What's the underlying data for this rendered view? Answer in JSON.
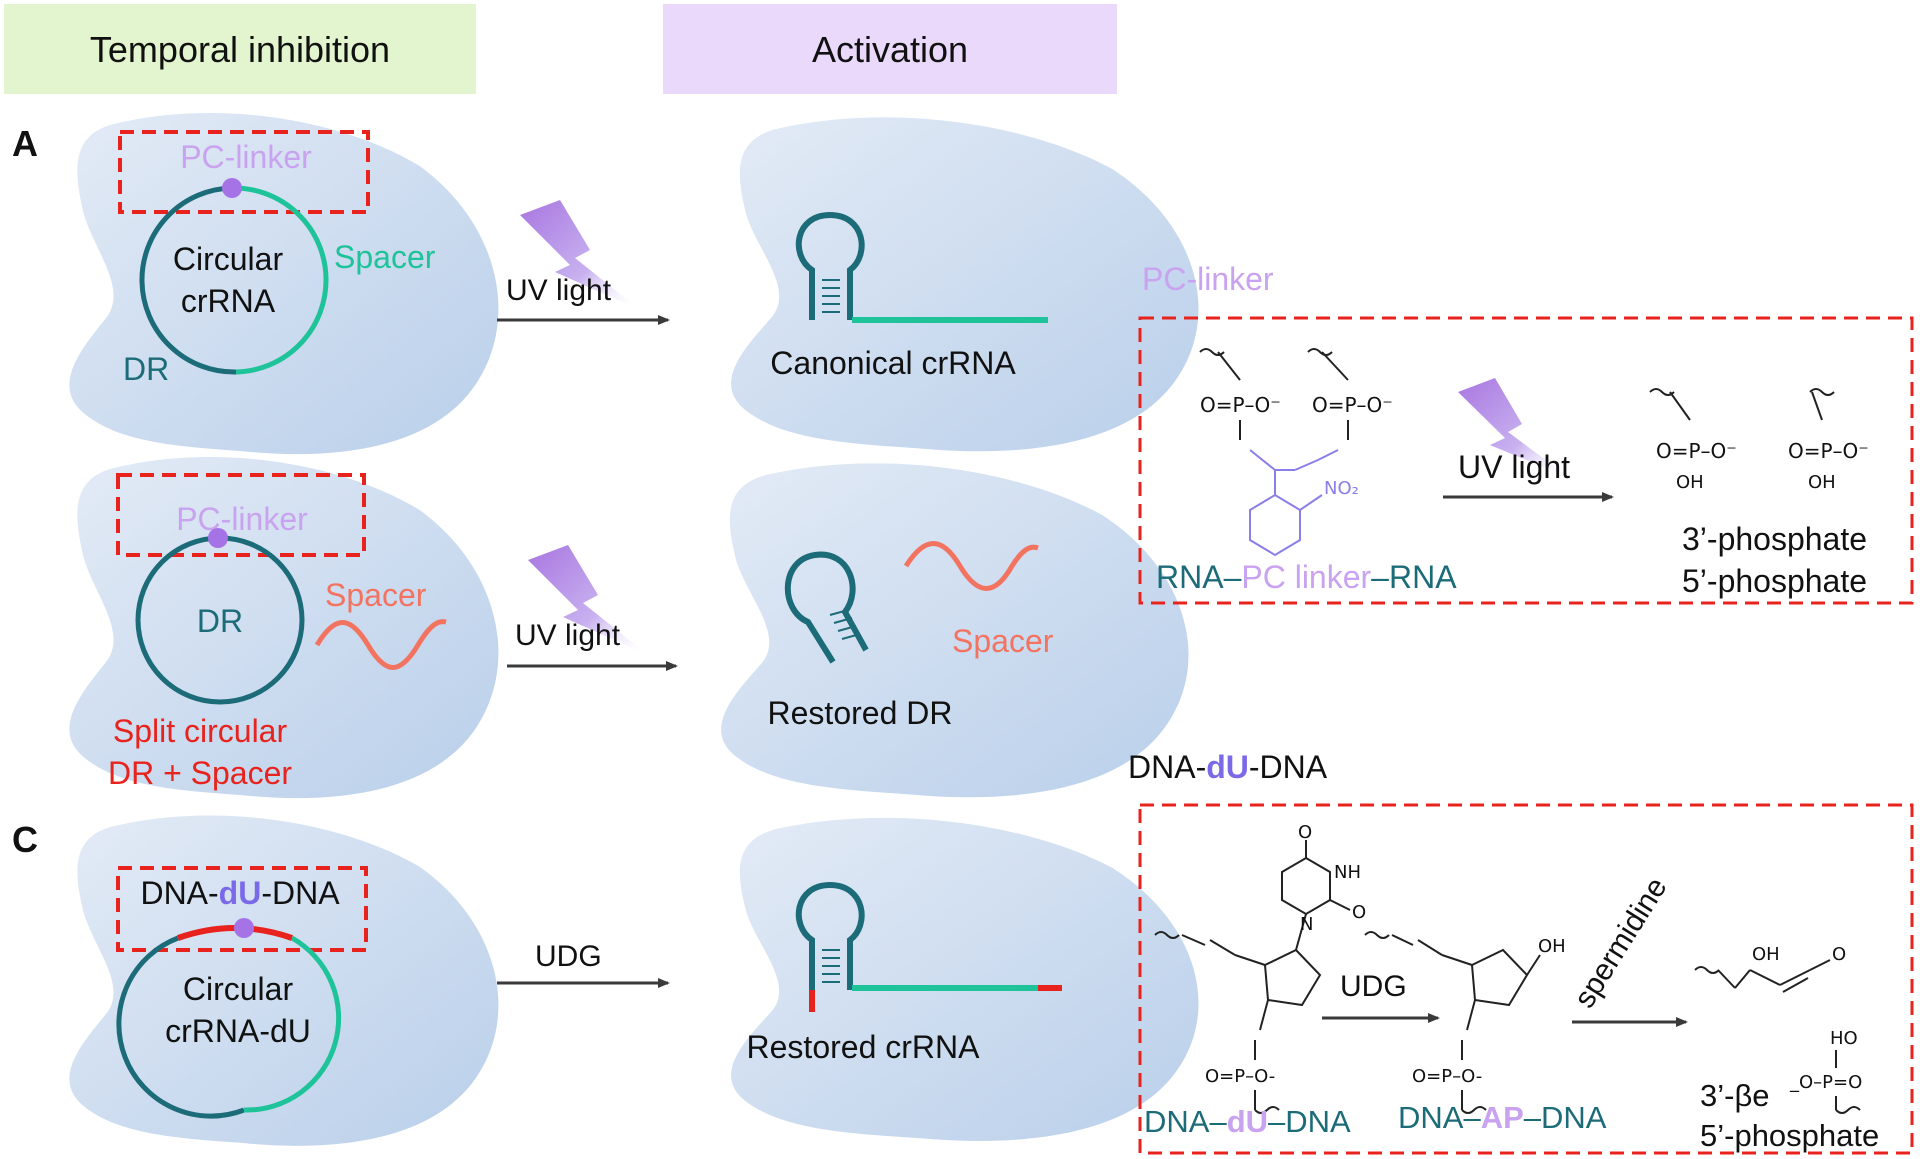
{
  "headers": {
    "temporal_inhibition": "Temporal inhibition",
    "activation": "Activation"
  },
  "panel_labels": {
    "a": "A",
    "c": "C"
  },
  "row1": {
    "pc_linker": "PC-linker",
    "spacer": "Spacer",
    "circular_line1": "Circular",
    "circular_line2": "crRNA",
    "dr": "DR",
    "uv_light": "UV light",
    "product": "Canonical crRNA"
  },
  "row2": {
    "pc_linker": "PC-linker",
    "dr": "DR",
    "spacer": "Spacer",
    "split_line1": "Split circular",
    "split_line2": "DR + Spacer",
    "uv_light": "UV light",
    "product_spacer": "Spacer",
    "product": "Restored DR"
  },
  "row3": {
    "linker_left": "DNA-",
    "linker_mid": "dU",
    "linker_right": "-DNA",
    "circular_line1": "Circular",
    "circular_line2": "crRNA-dU",
    "udg": "UDG",
    "product": "Restored crRNA"
  },
  "chem_pc": {
    "title": "PC-linker",
    "o_minus_1": "O=P–O⁻",
    "o_minus_2": "O=P–O⁻",
    "no2": "NO₂",
    "uv_light": "UV light",
    "prod_1": "O=P–O⁻",
    "prod_2": "O=P–O⁻",
    "oh_1": "OH",
    "oh_2": "OH",
    "caption_rna1": "RNA–",
    "caption_pc": "PC linker",
    "caption_rna2": "–RNA",
    "result_1": "3’-phosphate",
    "result_2": "5’-phosphate"
  },
  "chem_du": {
    "title_left": "DNA-",
    "title_mid": "dU",
    "title_right": "-DNA",
    "nh": "NH",
    "n": "N",
    "o_top": "O",
    "o_right": "O",
    "udg": "UDG",
    "spermidine": "spermidine",
    "oh_sugar": "OH",
    "oh_prod": "OH",
    "o_ald": "O",
    "ho": "HO",
    "phos_1": "O=P–O-",
    "phos_2": "O=P–O-",
    "phos_3": "_O–P=O",
    "cap1_a": "DNA–",
    "cap1_b": "dU",
    "cap1_c": "–DNA",
    "cap2_a": "DNA–",
    "cap2_b": "AP",
    "cap2_c": "–DNA",
    "result_1": "3’-βe",
    "result_2": "5’-phosphate"
  },
  "colors": {
    "header_green": "#e3f5cf",
    "header_purple": "#ead9fb",
    "cell": "#c9daf0",
    "teal": "#1c6b78",
    "spacer_green": "#1fc39a",
    "salmon": "#f37361",
    "red": "#e8231d",
    "lilac": "#c9a2f0",
    "violet": "#7a6ae8",
    "dashed_red": "#e8231d"
  }
}
